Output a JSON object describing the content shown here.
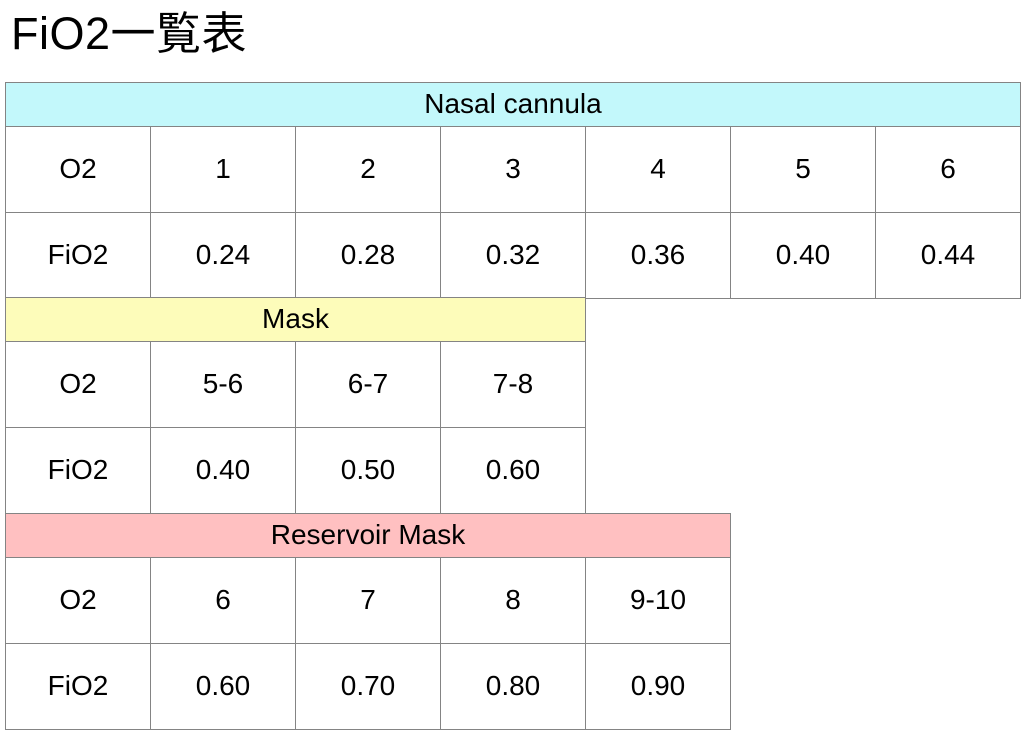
{
  "page": {
    "title": "FiO2一覧表"
  },
  "colors": {
    "nasal_header_bg": "#c3f8fb",
    "mask_header_bg": "#fdfcba",
    "reservoir_header_bg": "#ffc0c1",
    "border": "#848484",
    "text": "#000000"
  },
  "tables": [
    {
      "title": "Nasal cannula",
      "columns": 7,
      "rows": [
        {
          "label": "O2",
          "values": [
            "1",
            "2",
            "3",
            "4",
            "5",
            "6"
          ]
        },
        {
          "label": "FiO2",
          "values": [
            "0.24",
            "0.28",
            "0.32",
            "0.36",
            "0.40",
            "0.44"
          ]
        }
      ]
    },
    {
      "title": "Mask",
      "columns": 4,
      "rows": [
        {
          "label": "O2",
          "values": [
            "5-6",
            "6-7",
            "7-8"
          ]
        },
        {
          "label": "FiO2",
          "values": [
            "0.40",
            "0.50",
            "0.60"
          ]
        }
      ]
    },
    {
      "title": "Reservoir Mask",
      "columns": 5,
      "rows": [
        {
          "label": "O2",
          "values": [
            "6",
            "7",
            "8",
            "9-10"
          ]
        },
        {
          "label": "FiO2",
          "values": [
            "0.60",
            "0.70",
            "0.80",
            "0.90"
          ]
        }
      ]
    }
  ],
  "chart_data": {
    "type": "table",
    "title": "FiO2一覧表",
    "sections": [
      {
        "device": "Nasal cannula",
        "o2_flow_l_min": [
          "1",
          "2",
          "3",
          "4",
          "5",
          "6"
        ],
        "fio2": [
          0.24,
          0.28,
          0.32,
          0.36,
          0.4,
          0.44
        ]
      },
      {
        "device": "Mask",
        "o2_flow_l_min": [
          "5-6",
          "6-7",
          "7-8"
        ],
        "fio2": [
          0.4,
          0.5,
          0.6
        ]
      },
      {
        "device": "Reservoir Mask",
        "o2_flow_l_min": [
          "6",
          "7",
          "8",
          "9-10"
        ],
        "fio2": [
          0.6,
          0.7,
          0.8,
          0.9
        ]
      }
    ]
  }
}
